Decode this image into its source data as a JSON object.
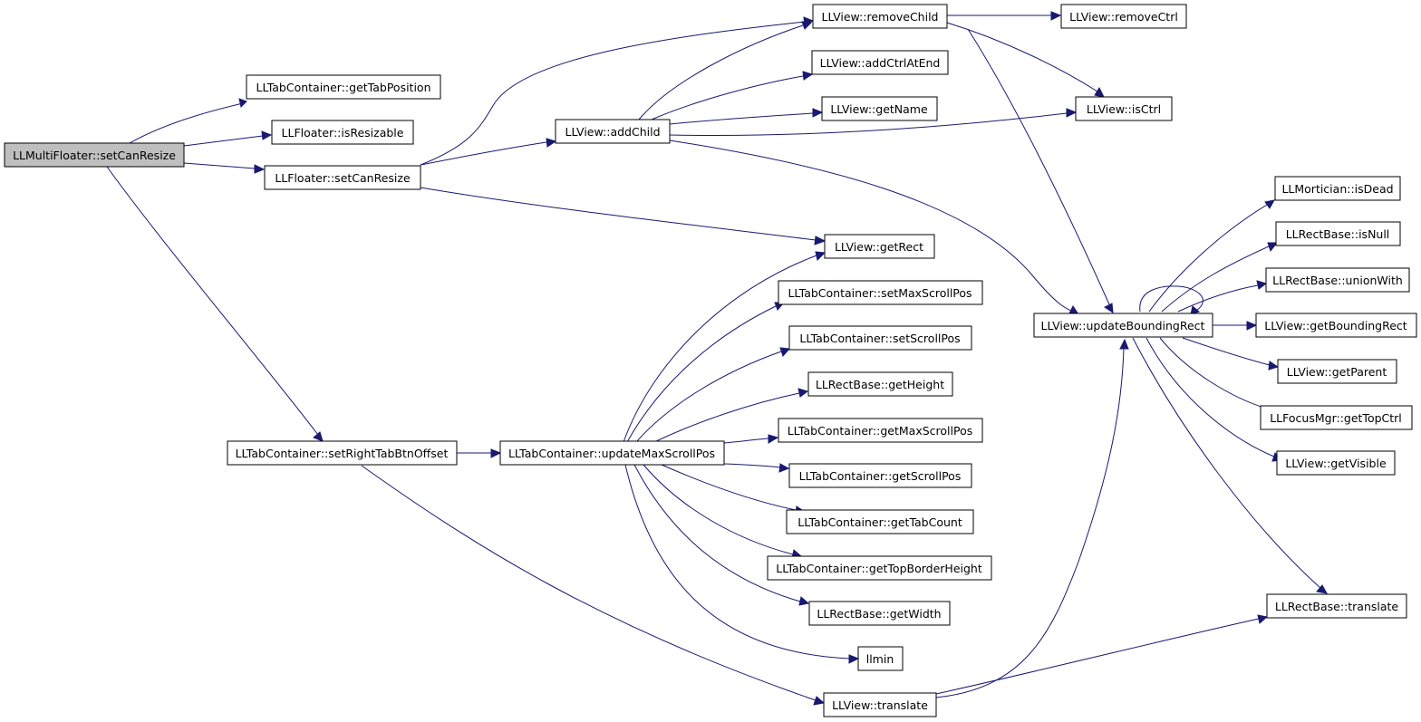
{
  "colors": {
    "edge": "#191970",
    "node_border": "#000000",
    "node_fill": "#ffffff",
    "root_fill": "#bfbfbf"
  },
  "nodes": {
    "multifloater_setcanresize": "LLMultiFloater::setCanResize",
    "tabcontainer_gettabposition": "LLTabContainer::getTabPosition",
    "floater_isresizable": "LLFloater::isResizable",
    "floater_setcanresize": "LLFloater::setCanResize",
    "tabcontainer_setrighttabbtnoffset": "LLTabContainer::setRightTabBtnOffset",
    "view_addchild": "LLView::addChild",
    "tabcontainer_updatemaxscrollpos": "LLTabContainer::updateMaxScrollPos",
    "view_removechild": "LLView::removeChild",
    "view_addctrlatend": "LLView::addCtrlAtEnd",
    "view_getname": "LLView::getName",
    "view_getrect": "LLView::getRect",
    "tabcontainer_setmaxscrollpos": "LLTabContainer::setMaxScrollPos",
    "tabcontainer_setscrollpos": "LLTabContainer::setScrollPos",
    "rectbase_getheight": "LLRectBase::getHeight",
    "tabcontainer_getmaxscrollpos": "LLTabContainer::getMaxScrollPos",
    "tabcontainer_getscrollpos": "LLTabContainer::getScrollPos",
    "tabcontainer_gettabcount": "LLTabContainer::getTabCount",
    "tabcontainer_gettopborderheight": "LLTabContainer::getTopBorderHeight",
    "rectbase_getwidth": "LLRectBase::getWidth",
    "llmin": "llmin",
    "view_translate": "LLView::translate",
    "view_removectrl": "LLView::removeCtrl",
    "view_isctrl": "LLView::isCtrl",
    "view_updateboundingrect": "LLView::updateBoundingRect",
    "mortician_isdead": "LLMortician::isDead",
    "rectbase_isnull": "LLRectBase::isNull",
    "rectbase_unionwith": "LLRectBase::unionWith",
    "view_getboundingrect": "LLView::getBoundingRect",
    "view_getparent": "LLView::getParent",
    "focusmgr_gettopctrl": "LLFocusMgr::getTopCtrl",
    "view_getvisible": "LLView::getVisible",
    "rectbase_translate": "LLRectBase::translate"
  }
}
